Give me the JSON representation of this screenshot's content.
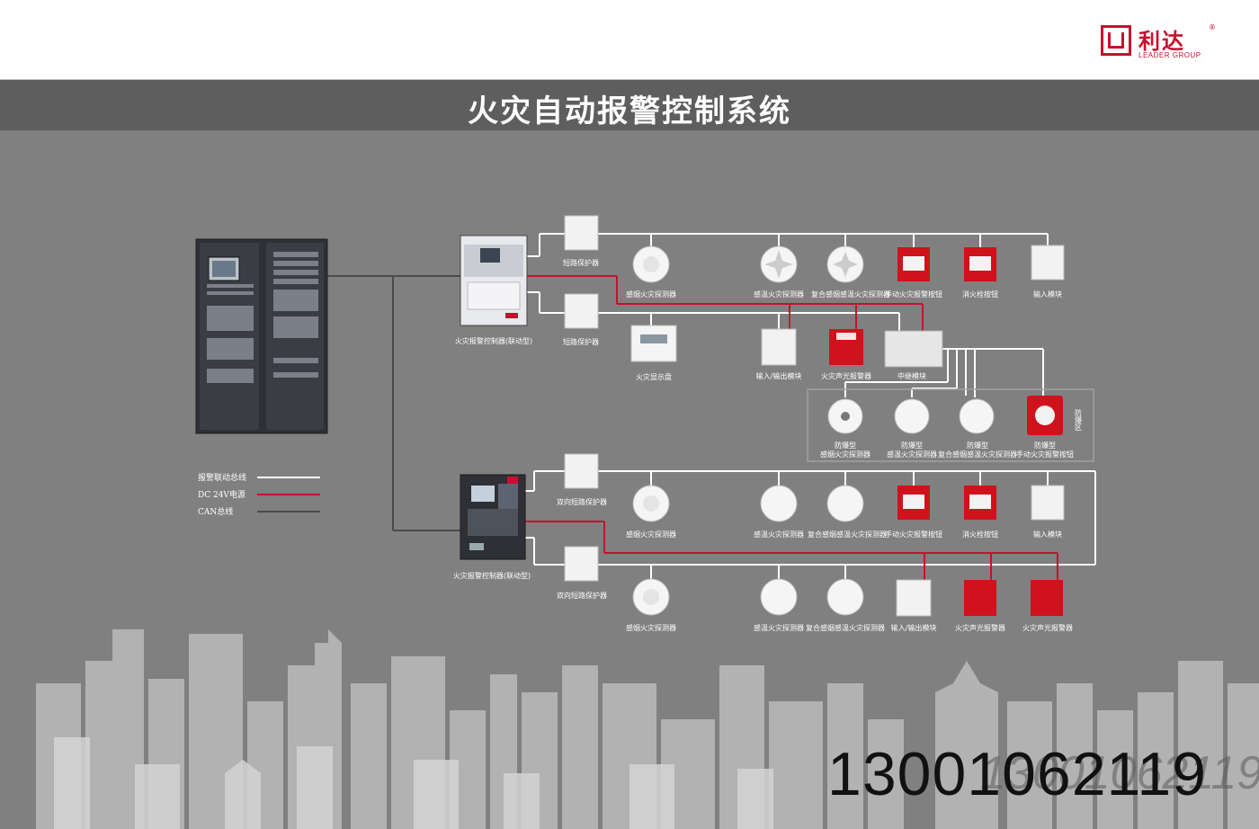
{
  "header": {
    "logo_cn": "利达",
    "logo_reg": "®",
    "logo_en": "LEADER GROUP",
    "title": "火灾自动报警控制系统"
  },
  "colors": {
    "alarm_bus": "#ffffff",
    "dc24v": "#c8102e",
    "can_bus": "#4a4a4a",
    "background": "#808080",
    "band": "#5e5e5e"
  },
  "legend": [
    {
      "label": "报警联动总线",
      "color": "#ffffff"
    },
    {
      "label": "DC 24V电源",
      "color": "#c8102e"
    },
    {
      "label": "CAN总线",
      "color": "#4a4a4a"
    }
  ],
  "upper": {
    "controller_label": "火灾报警控制器(联动型)",
    "protector1_label": "短路保护器",
    "protector2_label": "短路保护器",
    "row1": [
      {
        "label": "感烟火灾探测器",
        "icon": "smoke-detector-icon"
      },
      {
        "label": "感温火灾探测器",
        "icon": "heat-detector-icon"
      },
      {
        "label": "复合感烟感温火灾探测器",
        "icon": "combo-detector-icon"
      },
      {
        "label": "手动火灾报警按钮",
        "icon": "manual-call-point-icon"
      },
      {
        "label": "消火栓按钮",
        "icon": "hydrant-button-icon"
      },
      {
        "label": "输入模块",
        "icon": "input-module-icon"
      }
    ],
    "row2": [
      {
        "label": "火灾显示盘",
        "icon": "fire-display-panel-icon"
      },
      {
        "label": "输入/输出模块",
        "icon": "io-module-icon"
      },
      {
        "label": "火灾声光报警器",
        "icon": "sounder-strobe-icon"
      },
      {
        "label": "中继模块",
        "icon": "relay-module-icon"
      }
    ],
    "explosion_zone_label": "防爆区",
    "explosion_row": [
      {
        "label1": "防爆型",
        "label2": "感烟火灾探测器"
      },
      {
        "label1": "防爆型",
        "label2": "感温火灾探测器"
      },
      {
        "label1": "防爆型",
        "label2": "复合感烟感温火灾探测器"
      },
      {
        "label1": "防爆型",
        "label2": "手动火灾报警按钮"
      }
    ]
  },
  "lower": {
    "controller_label": "火灾报警控制器(联动型)",
    "protector1_label": "双向短路保护器",
    "protector2_label": "双向短路保护器",
    "row1": [
      {
        "label": "感烟火灾探测器"
      },
      {
        "label": "感温火灾探测器"
      },
      {
        "label": "复合感烟感温火灾探测器"
      },
      {
        "label": "手动火灾报警按钮"
      },
      {
        "label": "消火栓按钮"
      },
      {
        "label": "输入模块"
      }
    ],
    "row2": [
      {
        "label": "感烟火灾探测器"
      },
      {
        "label": "感温火灾探测器"
      },
      {
        "label": "复合感烟感温火灾探测器"
      },
      {
        "label": "输入/输出模块"
      },
      {
        "label": "火灾声光报警器"
      },
      {
        "label": "火灾声光报警器"
      }
    ]
  },
  "phone": "13001062119",
  "phone_ghost": "13001062119"
}
